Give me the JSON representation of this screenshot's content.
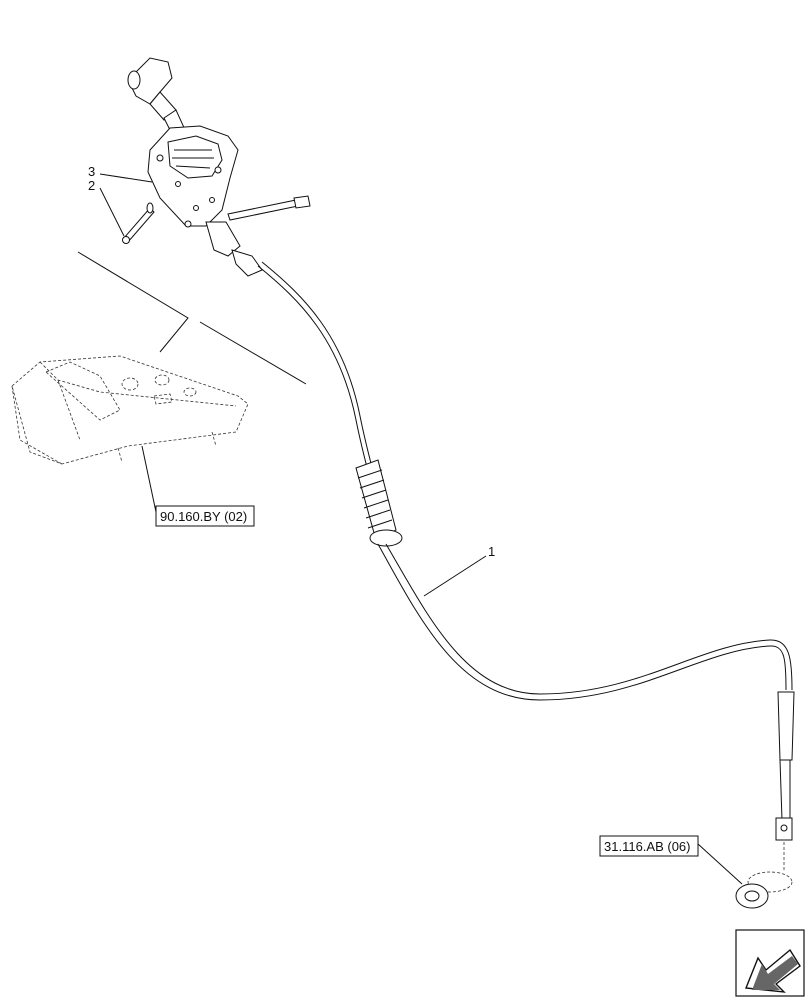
{
  "callouts": {
    "item1": "1",
    "item2": "2",
    "item3": "3"
  },
  "references": {
    "console": "90.160.BY (02)",
    "linkage": "31.116.AB (06)"
  },
  "nav_icon": "arrow-down-left-icon"
}
